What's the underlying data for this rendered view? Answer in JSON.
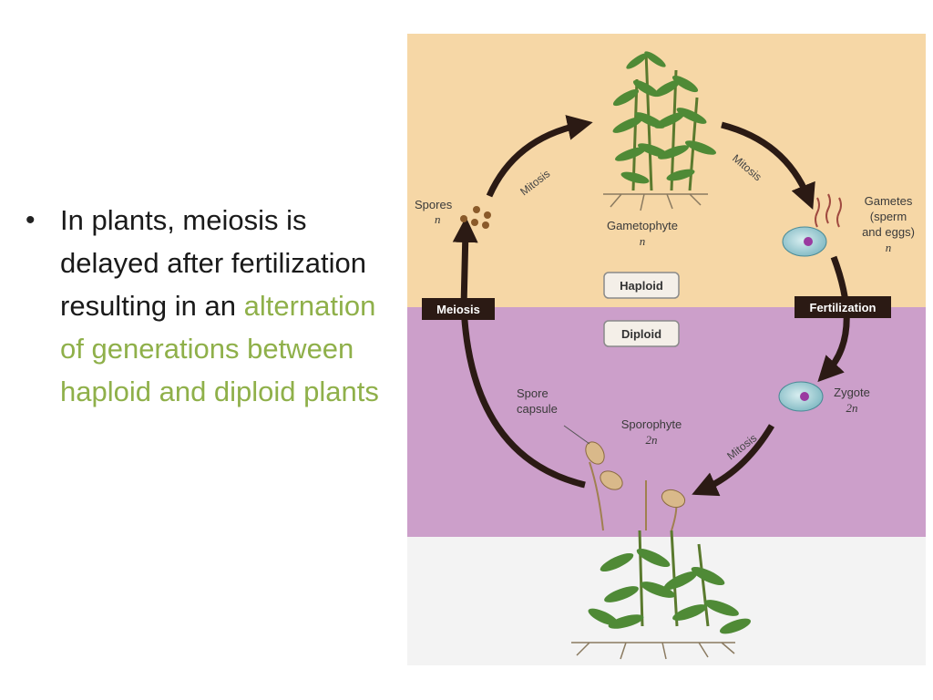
{
  "slide": {
    "bullet_text_plain": "In plants, meiosis is delayed after fertilization resulting in an ",
    "bullet_text_highlight": "alternation of generations between haploid and diploid plants",
    "highlight_color": "#8fb04a"
  },
  "diagram": {
    "colors": {
      "haploid_bg": "#f6d7a6",
      "diploid_bg": "#cc9fca",
      "bottom_bg": "#f3f3f3",
      "arrow": "#2b1a14",
      "tag_bg": "#2b1a14"
    },
    "labels": {
      "spores": "Spores",
      "spores_ploidy": "n",
      "gametophyte": "Gametophyte",
      "gametophyte_ploidy": "n",
      "gametes_line1": "Gametes",
      "gametes_line2": "(sperm",
      "gametes_line3": "and eggs)",
      "gametes_ploidy": "n",
      "haploid": "Haploid",
      "diploid": "Diploid",
      "meiosis": "Meiosis",
      "fertilization": "Fertilization",
      "zygote": "Zygote",
      "zygote_ploidy": "2n",
      "spore_capsule_line1": "Spore",
      "spore_capsule_line2": "capsule",
      "sporophyte": "Sporophyte",
      "sporophyte_ploidy": "2n",
      "mitosis_left": "Mitosis",
      "mitosis_right": "Mitosis",
      "mitosis_bottom": "Mitosis"
    }
  }
}
